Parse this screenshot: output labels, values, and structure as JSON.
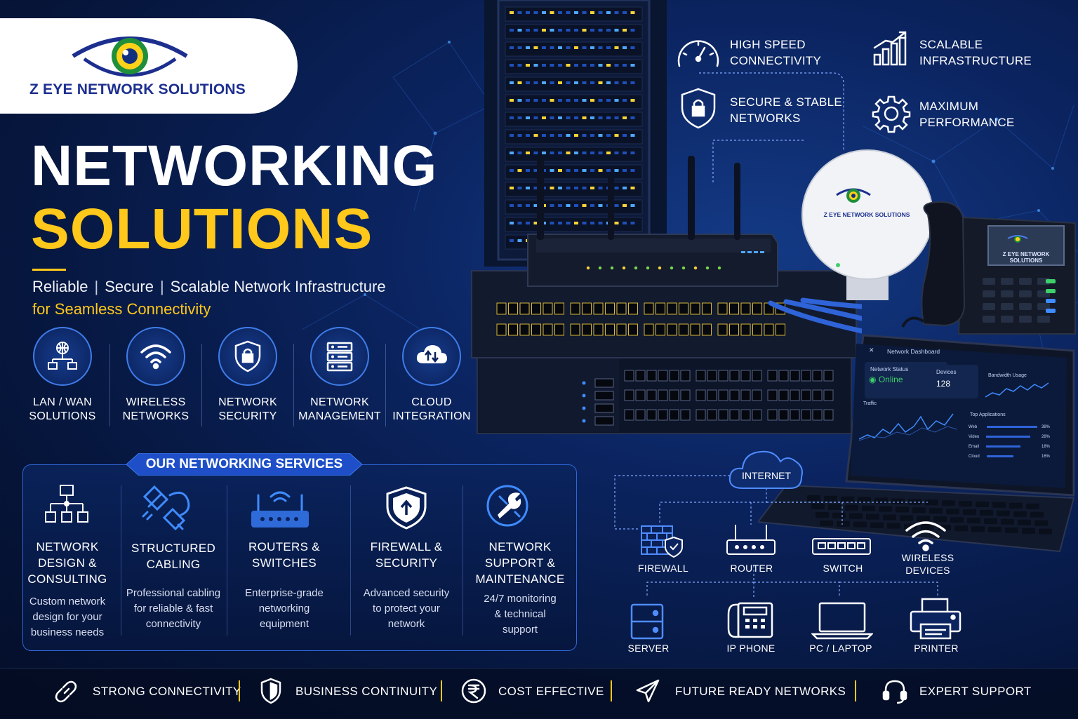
{
  "brand": {
    "name": "Z EYE NETWORK SOLUTIONS"
  },
  "hero": {
    "line1": "NETWORKING",
    "line2": "SOLUTIONS",
    "tagline_parts": [
      "Reliable",
      "Secure",
      "Scalable Network Infrastructure"
    ],
    "tagline2": "for Seamless Connectivity"
  },
  "features": [
    {
      "line1": "LAN / WAN",
      "line2": "SOLUTIONS",
      "icon": "globe-network-icon"
    },
    {
      "line1": "WIRELESS",
      "line2": "NETWORKS",
      "icon": "wifi-icon"
    },
    {
      "line1": "NETWORK",
      "line2": "SECURITY",
      "icon": "shield-lock-icon"
    },
    {
      "line1": "NETWORK",
      "line2": "MANAGEMENT",
      "icon": "server-stack-icon"
    },
    {
      "line1": "CLOUD",
      "line2": "INTEGRATION",
      "icon": "cloud-sync-icon"
    }
  ],
  "services": {
    "title": "OUR NETWORKING SERVICES",
    "items": [
      {
        "title": [
          "NETWORK",
          "DESIGN &",
          "CONSULTING"
        ],
        "desc": [
          "Custom network",
          "design for your",
          "business needs"
        ],
        "icon": "hierarchy-icon"
      },
      {
        "title": [
          "STRUCTURED",
          "CABLING"
        ],
        "desc": [
          "Professional cabling",
          "for reliable & fast",
          "connectivity"
        ],
        "icon": "cable-icon"
      },
      {
        "title": [
          "ROUTERS &",
          "SWITCHES"
        ],
        "desc": [
          "Enterprise-grade",
          "networking",
          "equipment"
        ],
        "icon": "router-icon"
      },
      {
        "title": [
          "FIREWALL &",
          "SECURITY"
        ],
        "desc": [
          "Advanced security",
          "to protect your",
          "network"
        ],
        "icon": "shield-icon"
      },
      {
        "title": [
          "NETWORK",
          "SUPPORT &",
          "MAINTENANCE"
        ],
        "desc": [
          "24/7 monitoring",
          "& technical",
          "support"
        ],
        "icon": "wrench-icon"
      }
    ]
  },
  "right_features": [
    {
      "line1": "HIGH SPEED",
      "line2": "CONNECTIVITY",
      "icon": "speedometer-icon"
    },
    {
      "line1": "SCALABLE",
      "line2": "INFRASTRUCTURE",
      "icon": "bar-growth-icon"
    },
    {
      "line1": "SECURE & STABLE",
      "line2": "NETWORKS",
      "icon": "shield-lock-icon"
    },
    {
      "line1": "MAXIMUM",
      "line2": "PERFORMANCE",
      "icon": "gear-icon"
    }
  ],
  "devices": {
    "access_point_label": "Z EYE NETWORK SOLUTIONS",
    "phone_label": "Z EYE NETWORK SOLUTIONS"
  },
  "dashboard": {
    "title": "Network Dashboard",
    "status_label": "Network Status",
    "status_value": "Online",
    "devices_label": "Devices",
    "devices_value": "128",
    "bandwidth_label": "Bandwidth Usage",
    "traffic_label": "Traffic",
    "top_apps_label": "Top Applications",
    "apps": [
      {
        "name": "Web",
        "pct": "38%"
      },
      {
        "name": "Video",
        "pct": "28%"
      },
      {
        "name": "Email",
        "pct": "18%"
      },
      {
        "name": "Cloud",
        "pct": "16%"
      }
    ]
  },
  "diagram": {
    "internet": "INTERNET",
    "row1": [
      "FIREWALL",
      "ROUTER",
      "SWITCH",
      "WIRELESS DEVICES"
    ],
    "row2": [
      "SERVER",
      "IP PHONE",
      "PC / LAPTOP",
      "PRINTER"
    ]
  },
  "bottom_bar": [
    {
      "label": "STRONG CONNECTIVITY",
      "icon": "link-icon"
    },
    {
      "label": "BUSINESS CONTINUITY",
      "icon": "shield-icon"
    },
    {
      "label": "COST EFFECTIVE",
      "icon": "rupee-icon"
    },
    {
      "label": "FUTURE READY NETWORKS",
      "icon": "paper-plane-icon"
    },
    {
      "label": "EXPERT SUPPORT",
      "icon": "headset-icon"
    }
  ],
  "colors": {
    "accent_yellow": "#ffc81a",
    "accent_blue": "#3f7ce8",
    "background": "#06163d"
  }
}
